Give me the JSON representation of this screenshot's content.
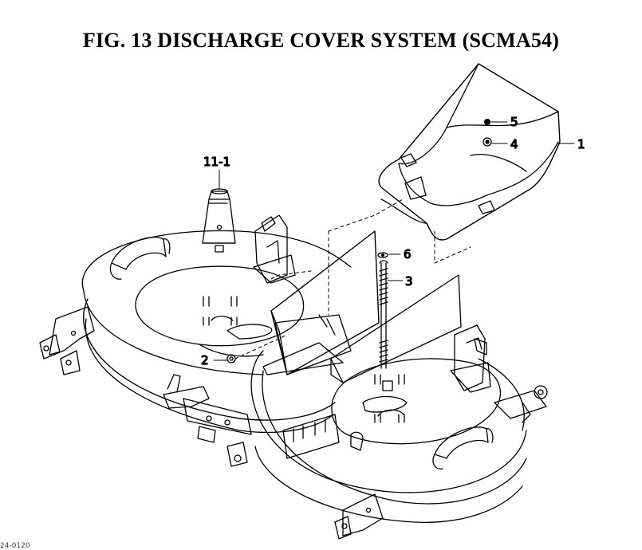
{
  "title": "FIG. 13  DISCHARGE COVER SYSTEM (SCMA54)",
  "callouts": {
    "c1": "1",
    "c2": "2",
    "c3": "3",
    "c4": "4",
    "c5": "5",
    "c6": "6",
    "c11": "11-1"
  },
  "footer_text": "24-0120"
}
